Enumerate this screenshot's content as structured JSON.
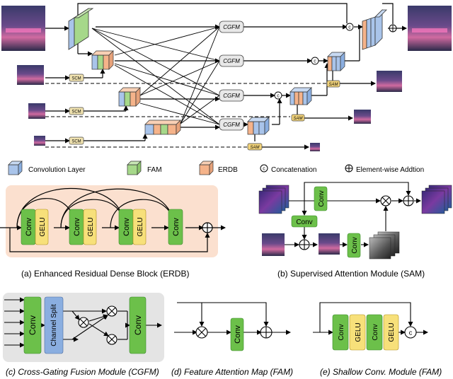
{
  "modules": {
    "cgfm": "CGFM",
    "scm": "SCM",
    "sam": "SAM",
    "conv": "Conv",
    "gelu": "GELU",
    "channel_split": "Channel Split",
    "concat_symbol": "c"
  },
  "legend": {
    "conv_layer": "Convolution Layer",
    "fam": "FAM",
    "erdb": "ERDB",
    "concatenation": "Concatenation",
    "elementwise": "Element-wise Addtion"
  },
  "captions": {
    "a": "(a) Enhanced Residual Dense Block (ERDB)",
    "b": "(b) Supervised Attention Module (SAM)",
    "c": "(c) Cross-Gating Fusion Module (CGFM)",
    "d": "(d) Feature Attention Map (FAM)",
    "e": "(e) Shallow Conv. Module (FAM)"
  },
  "colors": {
    "conv_blue": "#a9c4ea",
    "fam_green": "#a6d88a",
    "erdb_orange": "#f5b38a",
    "module_green": "#6cc04a",
    "gelu_yellow": "#f7e07a",
    "split_blue": "#8aaee0",
    "erdb_bg": "#fbe0cf",
    "cgfm_bg": "#e4e4e4",
    "sam_yellow": "#f3d47a"
  }
}
